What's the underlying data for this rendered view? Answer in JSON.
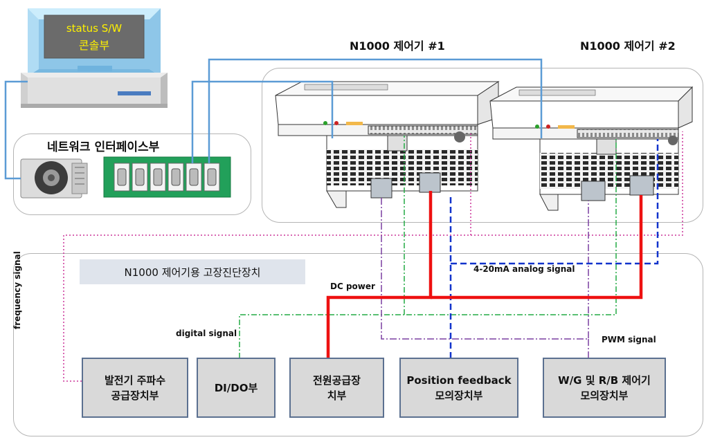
{
  "console": {
    "line1": "status S/W",
    "line2": "콘솔부"
  },
  "network": {
    "title": "네트워크 인터페이스부"
  },
  "controllers": [
    {
      "title": "N1000 제어기 #1"
    },
    {
      "title": "N1000 제어기 #2"
    }
  ],
  "diagnostic": {
    "title": "N1000 제어기용 고장진단장치"
  },
  "signals": {
    "frequency": "frequency signal",
    "digital": "digital signal",
    "dc_power": "DC power",
    "analog": "4-20mA analog signal",
    "pwm": "PWM signal"
  },
  "units": [
    {
      "line1": "발전기 주파수",
      "line2": "공급장치부"
    },
    {
      "line1": "DI/DO부",
      "line2": ""
    },
    {
      "line1": "전원공급장",
      "line2": "치부"
    },
    {
      "line1": "Position feedback",
      "line2": "모의장치부"
    },
    {
      "line1": "W/G 및 R/B 제어기",
      "line2": "모의장치부"
    }
  ],
  "colors": {
    "frequency_line": "#cc3399",
    "digital_line": "#22aa44",
    "dc_power_line": "#ee1111",
    "analog_line": "#1133cc",
    "pwm_line": "#7a3fa0",
    "network_line": "#5b9bd5",
    "console_blue": "#9fd2f2",
    "network_board": "#22a05a"
  }
}
